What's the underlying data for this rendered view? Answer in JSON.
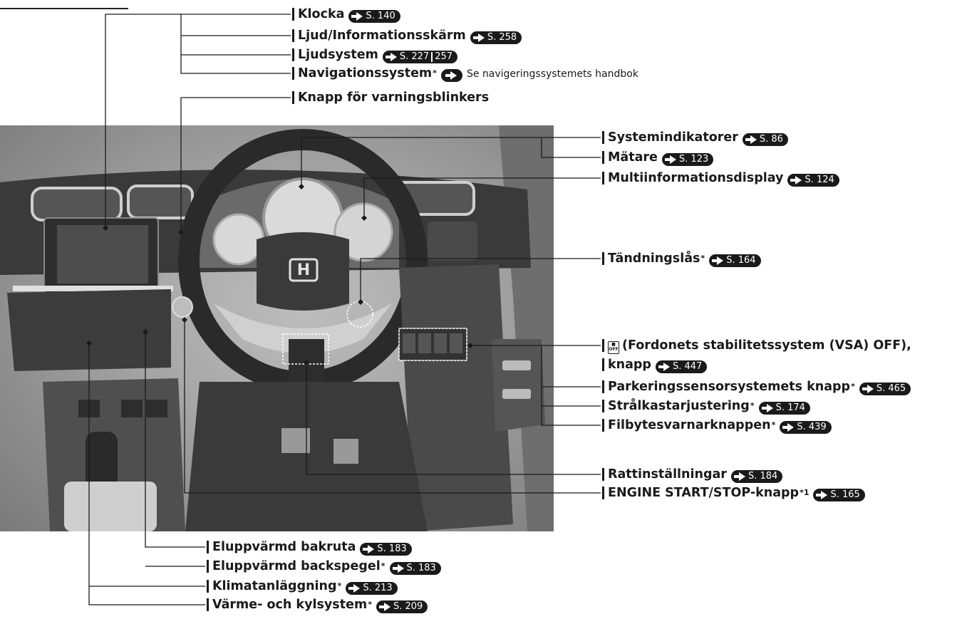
{
  "callouts": {
    "klocka": {
      "label": "Klocka",
      "ref": "S. 140"
    },
    "ljud_info_skarm": {
      "label": "Ljud/Informationsskärm",
      "ref": "S. 258"
    },
    "ljudsystem": {
      "label": "Ljudsystem",
      "ref_a": "S. 227",
      "ref_b": "257"
    },
    "navigationssystem": {
      "label": "Navigationssystem",
      "star": "*",
      "note": "Se navigeringssystemets handbok"
    },
    "varningsblinkers": {
      "label": "Knapp för varningsblinkers"
    },
    "systemindikatorer": {
      "label": "Systemindikatorer",
      "ref": "S. 86"
    },
    "matare": {
      "label": "Mätare",
      "ref": "S. 123"
    },
    "multiinformation": {
      "label": "Multiinformationsdisplay",
      "ref": "S. 124"
    },
    "tandningslas": {
      "label": "Tändningslås",
      "star": "*",
      "ref": "S. 164"
    },
    "vsa_icon": {
      "label": "OFF"
    },
    "vsa": {
      "line1": "(Fordonets stabilitetssystem (VSA) OFF),",
      "line2": "knapp",
      "ref": "S. 447"
    },
    "parkeringssensor": {
      "label": "Parkeringssensorsystemets knapp",
      "star": "*",
      "ref": "S. 465"
    },
    "stralkastar": {
      "label": "Strålkastarjustering",
      "star": "*",
      "ref": "S. 174"
    },
    "filbytes": {
      "label": "Filbytesvarnarknappen",
      "star": "*",
      "ref": "S. 439"
    },
    "rattinstallningar": {
      "label": "Rattinställningar",
      "ref": "S. 184"
    },
    "engine_start": {
      "label": "ENGINE START/STOP-knapp",
      "star": "*1",
      "ref": "S. 165"
    },
    "bakruta": {
      "label": "Eluppvärmd bakruta",
      "ref": "S. 183"
    },
    "backspegel": {
      "label": "Eluppvärmd backspegel",
      "star": "*",
      "ref": "S. 183"
    },
    "klimatanlaggning": {
      "label": "Klimatanläggning",
      "star": "*",
      "ref": "S. 213"
    },
    "varme_kyl": {
      "label": "Värme- och kylsystem",
      "star": "*",
      "ref": "S. 209"
    }
  },
  "colors": {
    "ink": "#1a1a1a",
    "photo_bg": "#a5a5a5",
    "highlight_box": "#ffffff"
  }
}
